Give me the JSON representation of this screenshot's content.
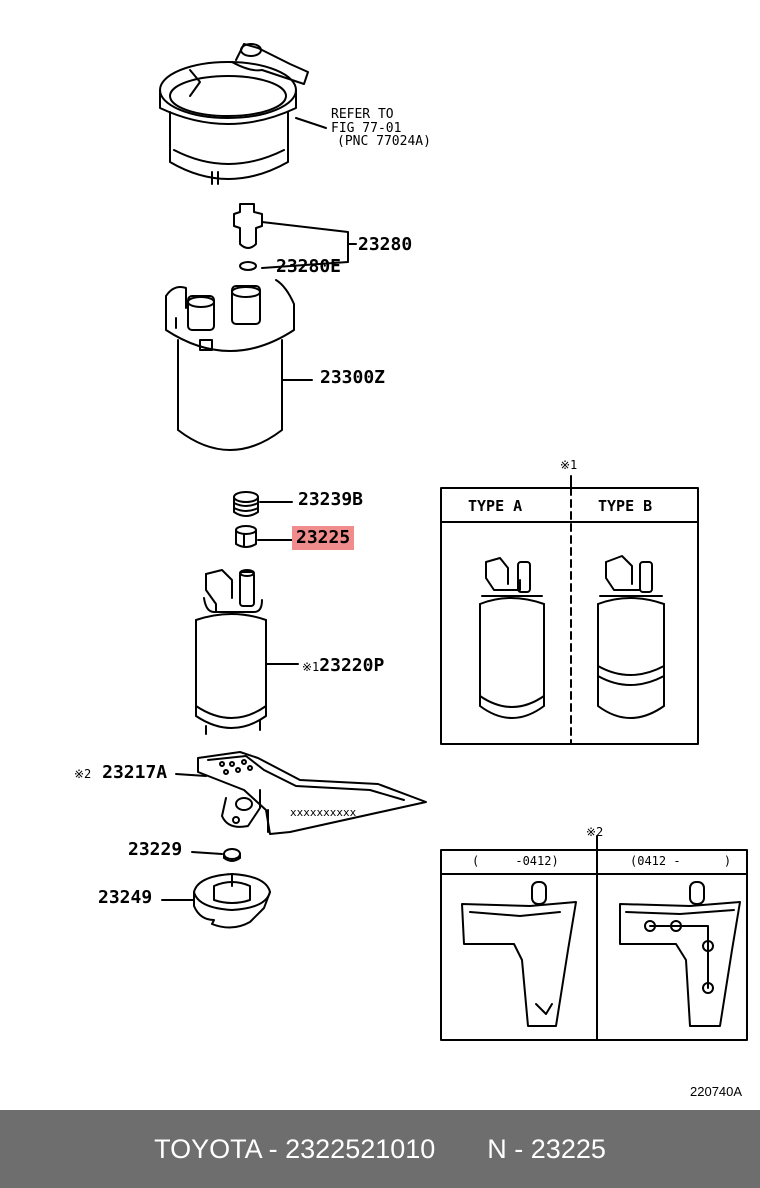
{
  "labels": {
    "refer": [
      "REFER TO",
      "FIG 77-01",
      "(PNC 77024A)"
    ],
    "p23280": "23280",
    "p23280e": "23280E",
    "p23300z": "23300Z",
    "p23239b": "23239B",
    "p23225": "23225",
    "p23220p_mark": "※1",
    "p23220p": "23220P",
    "p23217a_mark": "※2",
    "p23217a": "23217A",
    "p23229": "23229",
    "p23249": "23249"
  },
  "box1": {
    "mark": "※1",
    "type_a": "TYPE A",
    "type_b": "TYPE B"
  },
  "box2": {
    "mark": "※2",
    "left_header": "(     -0412)",
    "right_header": "(0412 -      )"
  },
  "diagram_code": "220740A",
  "footer": {
    "left": "TOYOTA - 2322521010",
    "right": "N - 23225"
  },
  "colors": {
    "highlight": "#f08c8c",
    "footer_bg": "#6e6e6e",
    "footer_text": "#ffffff"
  }
}
